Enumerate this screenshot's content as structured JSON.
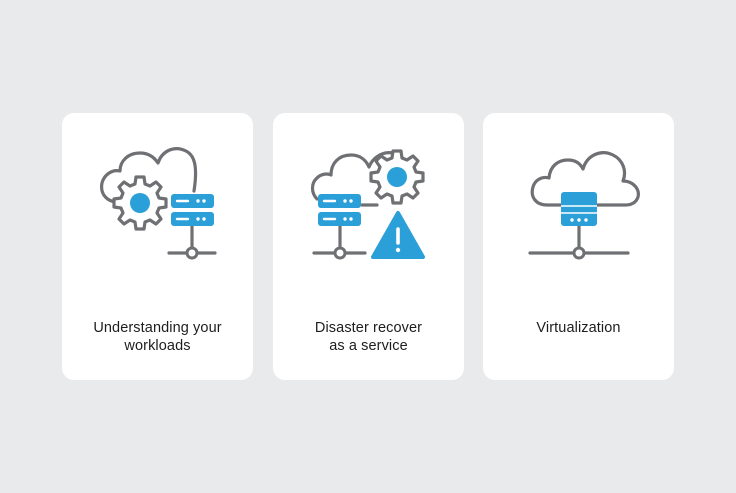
{
  "cards": [
    {
      "title_line1": "Understanding your",
      "title_line2": "workloads",
      "icons": [
        "cloud-icon",
        "gear-icon",
        "server-icon",
        "network-icon"
      ]
    },
    {
      "title_line1": "Disaster recover",
      "title_line2": "as a service",
      "icons": [
        "cloud-icon",
        "gear-icon",
        "server-icon",
        "network-icon",
        "warning-icon"
      ]
    },
    {
      "title_line1": "Virtualization",
      "title_line2": "",
      "icons": [
        "cloud-icon",
        "server-icon",
        "network-icon"
      ]
    }
  ],
  "colors": {
    "background": "#e9eaec",
    "card": "#ffffff",
    "outline": "#6f7073",
    "accent": "#2a9fd8",
    "text": "#1d1d1f"
  }
}
